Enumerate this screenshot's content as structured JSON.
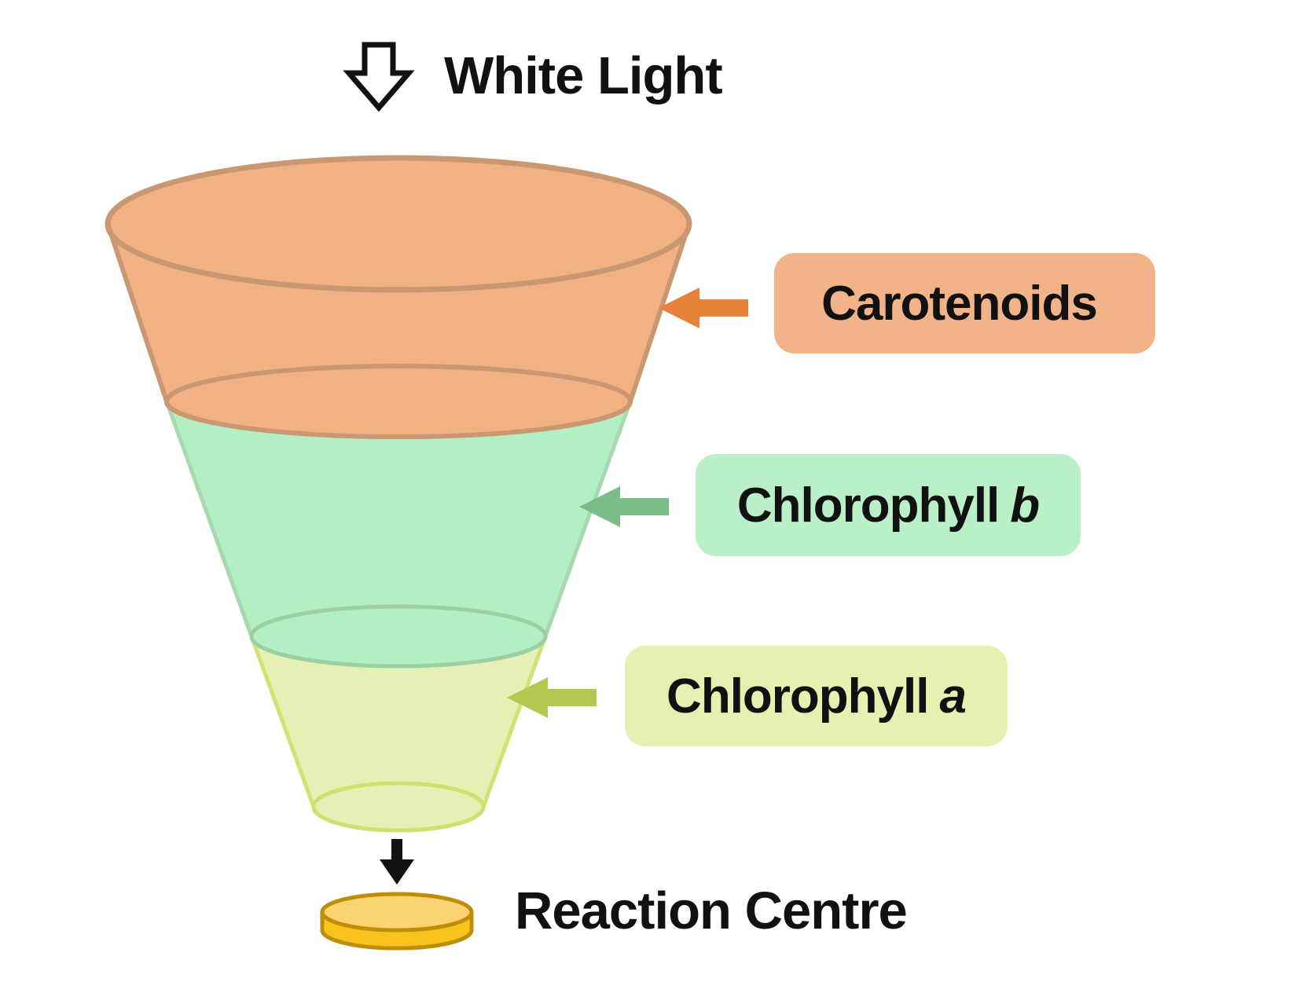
{
  "diagram": {
    "type": "light-harvesting-funnel",
    "white_light_label": "White Light",
    "reaction_centre_label": "Reaction Centre",
    "sections": [
      {
        "pigment": "Carotenoids",
        "italic": "",
        "funnel_fill": "#F2B183",
        "funnel_stroke": "#C99873",
        "box_fill": "#F2B388",
        "arrow_color": "#E8813A"
      },
      {
        "pigment": "Chlorophyll",
        "italic": "b",
        "funnel_fill": "#B3EFC2",
        "funnel_stroke": "#A6D9AD",
        "box_fill": "#B9F0C7",
        "arrow_color": "#7ABD88"
      },
      {
        "pigment": "Chlorophyll",
        "italic": "a",
        "funnel_fill": "#E5F0B4",
        "funnel_stroke": "#D2E273",
        "box_fill": "#E7F0B0",
        "arrow_color": "#B4C94F"
      }
    ],
    "reaction_centre_colors": {
      "top": "#FBD471",
      "side": "#F8C31A",
      "outline": "#BE8E0A"
    },
    "flow_arrow_color": "#111111"
  }
}
